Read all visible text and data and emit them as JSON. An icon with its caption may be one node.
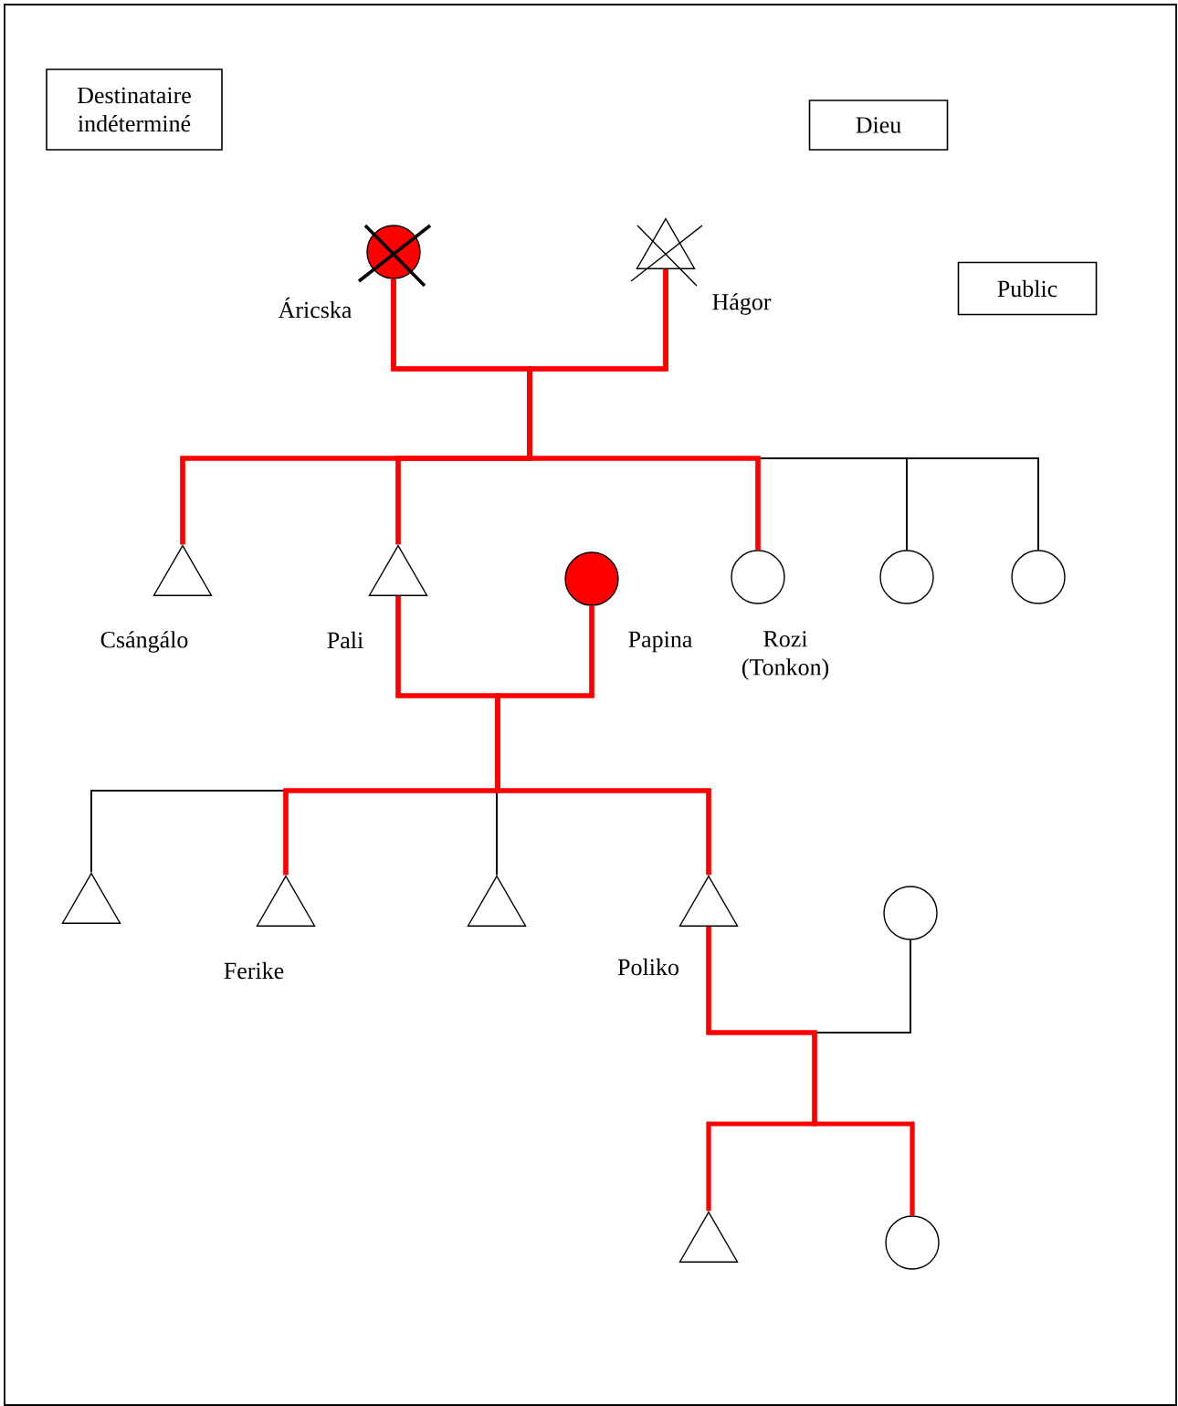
{
  "diagram": {
    "nodes": [
      {
        "text": [
          "Destinataire indéterminé"
        ]
      },
      {
        "text": [
          "Dieu"
        ]
      },
      {
        "text": [],
        "shape": "circle",
        "beside": [
          "Áricska"
        ]
      },
      {
        "text": [],
        "shape": "triangle",
        "beside": [
          "Hágor"
        ]
      },
      {
        "text": [
          "Public"
        ]
      },
      {
        "text": [],
        "shape": "triangle",
        "beside": [
          "Csángálo"
        ]
      },
      {
        "text": [],
        "shape": "triangle",
        "beside": [
          "Pali"
        ]
      },
      {
        "text": [],
        "shape": "circle",
        "beside": [
          "Papina"
        ]
      },
      {
        "text": [],
        "shape": "circle",
        "beside": [
          "Rozi (Tonkon)"
        ]
      },
      {
        "text": [],
        "shape": "circle"
      },
      {
        "text": [],
        "shape": "circle"
      },
      {
        "text": [],
        "shape": "triangle"
      },
      {
        "text": [],
        "shape": "triangle",
        "beside": [
          "Ferike"
        ]
      },
      {
        "text": [],
        "shape": "triangle"
      },
      {
        "text": [],
        "shape": "triangle",
        "beside": [
          "Poliko"
        ]
      },
      {
        "text": [],
        "shape": "circle"
      },
      {
        "text": [],
        "shape": "triangle"
      },
      {
        "text": [],
        "shape": "circle"
      }
    ],
    "edges": [
      {
        "from": 2,
        "to": 5,
        "arrow": "none"
      },
      {
        "from": 2,
        "to": 6,
        "arrow": "none"
      },
      {
        "from": 2,
        "to": 8,
        "arrow": "none"
      },
      {
        "from": 2,
        "to": 9,
        "arrow": "none",
        "color": "#000000"
      },
      {
        "from": 2,
        "to": 10,
        "arrow": "none",
        "color": "#000000"
      },
      {
        "from": 3,
        "to": 5,
        "arrow": "none"
      },
      {
        "from": 3,
        "to": 6,
        "arrow": "none"
      },
      {
        "from": 3,
        "to": 8,
        "arrow": "none"
      },
      {
        "from": 3,
        "to": 9,
        "arrow": "none",
        "color": "#000000"
      },
      {
        "from": 3,
        "to": 10,
        "arrow": "none",
        "color": "#000000"
      },
      {
        "from": 6,
        "to": 11,
        "arrow": "none",
        "color": "#000000"
      },
      {
        "from": 6,
        "to": 12,
        "arrow": "none"
      },
      {
        "from": 6,
        "to": 13,
        "arrow": "none",
        "color": "#000000"
      },
      {
        "from": 6,
        "to": 14,
        "arrow": "none"
      },
      {
        "from": 7,
        "to": 11,
        "arrow": "none",
        "color": "#000000"
      },
      {
        "from": 7,
        "to": 12,
        "arrow": "none"
      },
      {
        "from": 7,
        "to": 13,
        "arrow": "none",
        "color": "#000000"
      },
      {
        "from": 7,
        "to": 14,
        "arrow": "none"
      },
      {
        "from": 14,
        "to": 16,
        "arrow": "none"
      },
      {
        "from": 14,
        "to": 17,
        "arrow": "none"
      },
      {
        "from": 15,
        "to": 16,
        "arrow": "none",
        "color": "#000000"
      },
      {
        "from": 15,
        "to": 17,
        "arrow": "none",
        "color": "#000000"
      }
    ]
  }
}
